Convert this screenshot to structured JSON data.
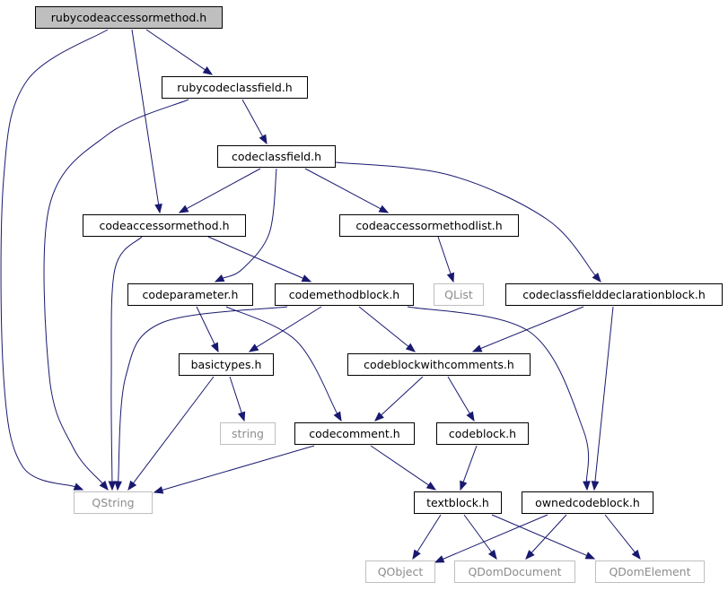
{
  "diagram": {
    "colors": {
      "edge": "#191970",
      "root_fill": "#bfbfbf",
      "external_border": "#bfbfbf",
      "external_text": "#8c8c8c"
    },
    "nodes": {
      "rubycodeaccessormethod": {
        "label": "rubycodeaccessormethod.h"
      },
      "rubycodeclassfield": {
        "label": "rubycodeclassfield.h"
      },
      "codeclassfield": {
        "label": "codeclassfield.h"
      },
      "codeaccessormethod": {
        "label": "codeaccessormethod.h"
      },
      "codeaccessormethodlist": {
        "label": "codeaccessormethodlist.h"
      },
      "codeparameter": {
        "label": "codeparameter.h"
      },
      "codemethodblock": {
        "label": "codemethodblock.h"
      },
      "qlist": {
        "label": "QList"
      },
      "codeclassfielddeclarationblock": {
        "label": "codeclassfielddeclarationblock.h"
      },
      "basictypes": {
        "label": "basictypes.h"
      },
      "codeblockwithcomments": {
        "label": "codeblockwithcomments.h"
      },
      "string": {
        "label": "string"
      },
      "codecomment": {
        "label": "codecomment.h"
      },
      "codeblock": {
        "label": "codeblock.h"
      },
      "qstring": {
        "label": "QString"
      },
      "textblock": {
        "label": "textblock.h"
      },
      "ownedcodeblock": {
        "label": "ownedcodeblock.h"
      },
      "qobject": {
        "label": "QObject"
      },
      "qdomdocument": {
        "label": "QDomDocument"
      },
      "qdomelement": {
        "label": "QDomElement"
      }
    },
    "edges": [
      [
        "rubycodeaccessormethod",
        "rubycodeclassfield"
      ],
      [
        "rubycodeaccessormethod",
        "codeaccessormethod"
      ],
      [
        "rubycodeaccessormethod",
        "qstring"
      ],
      [
        "rubycodeclassfield",
        "codeclassfield"
      ],
      [
        "rubycodeclassfield",
        "qstring"
      ],
      [
        "codeclassfield",
        "codeaccessormethod"
      ],
      [
        "codeclassfield",
        "codeaccessormethodlist"
      ],
      [
        "codeclassfield",
        "codeparameter"
      ],
      [
        "codeclassfield",
        "codeclassfielddeclarationblock"
      ],
      [
        "codeaccessormethod",
        "codemethodblock"
      ],
      [
        "codeaccessormethod",
        "qstring"
      ],
      [
        "codeaccessormethodlist",
        "qlist"
      ],
      [
        "codeparameter",
        "basictypes"
      ],
      [
        "codeparameter",
        "codecomment"
      ],
      [
        "codemethodblock",
        "basictypes"
      ],
      [
        "codemethodblock",
        "codeblockwithcomments"
      ],
      [
        "codemethodblock",
        "ownedcodeblock"
      ],
      [
        "codemethodblock",
        "qstring"
      ],
      [
        "codeclassfielddeclarationblock",
        "codeblockwithcomments"
      ],
      [
        "codeclassfielddeclarationblock",
        "ownedcodeblock"
      ],
      [
        "basictypes",
        "string"
      ],
      [
        "basictypes",
        "qstring"
      ],
      [
        "codeblockwithcomments",
        "codecomment"
      ],
      [
        "codeblockwithcomments",
        "codeblock"
      ],
      [
        "codecomment",
        "qstring"
      ],
      [
        "codecomment",
        "textblock"
      ],
      [
        "codeblock",
        "textblock"
      ],
      [
        "textblock",
        "qobject"
      ],
      [
        "textblock",
        "qdomdocument"
      ],
      [
        "textblock",
        "qdomelement"
      ],
      [
        "ownedcodeblock",
        "qobject"
      ],
      [
        "ownedcodeblock",
        "qdomdocument"
      ],
      [
        "ownedcodeblock",
        "qdomelement"
      ]
    ]
  }
}
